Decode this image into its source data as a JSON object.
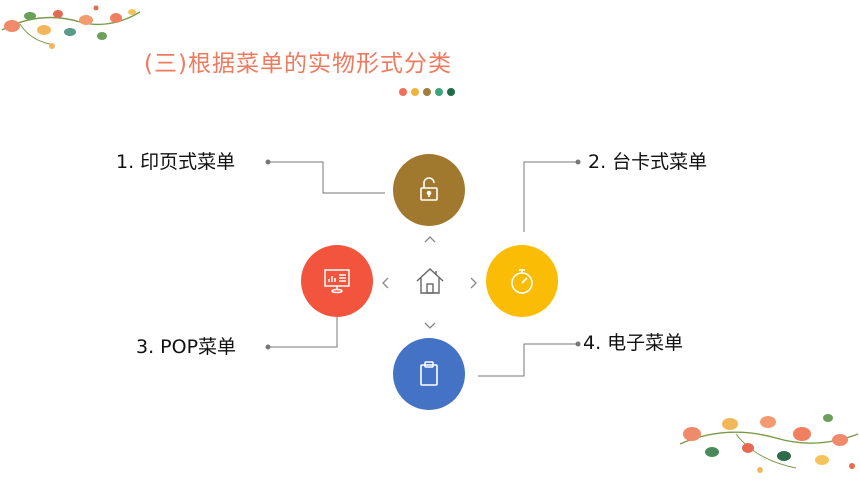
{
  "slide": {
    "title": "(三)根据菜单的实物形式分类",
    "dot_colors": [
      "#f0705a",
      "#f2b33a",
      "#a07d3a",
      "#3aa67a",
      "#1e6b4a"
    ]
  },
  "items": [
    {
      "label": "1. 印页式菜单",
      "icon": "unlock-icon",
      "color": "#a0792f"
    },
    {
      "label": "2. 台卡式菜单",
      "icon": "stopwatch-icon",
      "color": "#fbbc05"
    },
    {
      "label": "3. POP菜单",
      "icon": "presentation-icon",
      "color": "#f2543d"
    },
    {
      "label": "4. 电子菜单",
      "icon": "clipboard-icon",
      "color": "#4472c4"
    }
  ],
  "center": {
    "icon": "home-icon"
  },
  "colors": {
    "line": "#777777",
    "chevron": "#888888"
  }
}
